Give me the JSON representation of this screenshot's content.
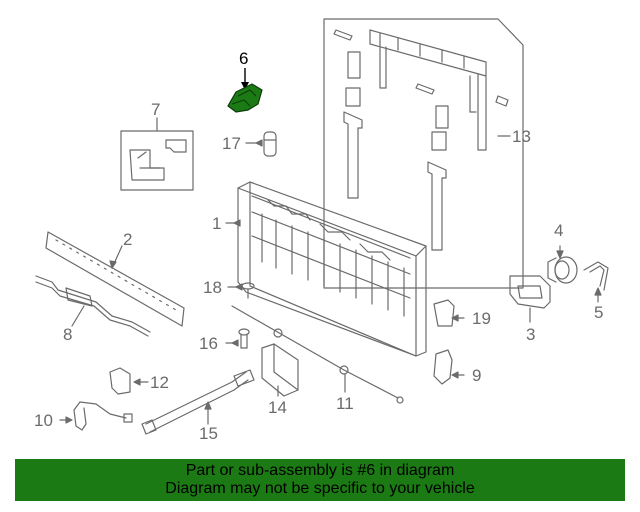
{
  "highlight_color": "#1c7a14",
  "line_color": "#6b6b6b",
  "callouts": [
    {
      "id": "1",
      "name": "tailgate-panel"
    },
    {
      "id": "2",
      "name": "tailgate-trim-strip"
    },
    {
      "id": "3",
      "name": "handle-bezel"
    },
    {
      "id": "4",
      "name": "lock-cylinder"
    },
    {
      "id": "5",
      "name": "lock-clip"
    },
    {
      "id": "6",
      "name": "highlighted-part",
      "highlighted": true
    },
    {
      "id": "7",
      "name": "latch-kit-box"
    },
    {
      "id": "8",
      "name": "support-strap"
    },
    {
      "id": "9",
      "name": "hinge-bracket"
    },
    {
      "id": "10",
      "name": "release-cable"
    },
    {
      "id": "11",
      "name": "control-rod"
    },
    {
      "id": "12",
      "name": "rod-clip"
    },
    {
      "id": "13",
      "name": "step-assembly-box"
    },
    {
      "id": "14",
      "name": "shield"
    },
    {
      "id": "15",
      "name": "torsion-rod"
    },
    {
      "id": "16",
      "name": "pivot-pin"
    },
    {
      "id": "17",
      "name": "bumper-stop"
    },
    {
      "id": "18",
      "name": "rivet"
    },
    {
      "id": "19",
      "name": "hinge-cap"
    }
  ],
  "banner": {
    "line1": "Part or sub-assembly is #6 in diagram",
    "line2": "Diagram may not be specific to your vehicle"
  }
}
